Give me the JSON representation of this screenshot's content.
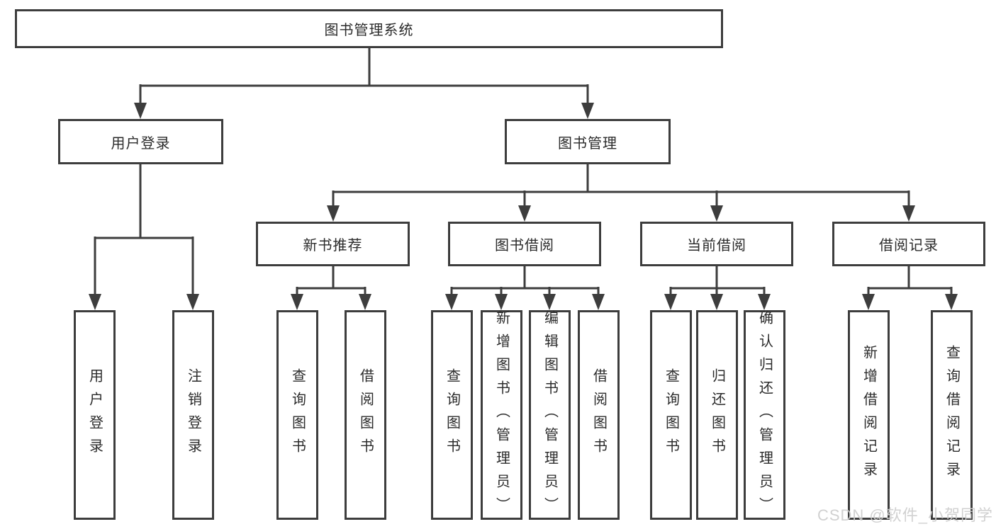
{
  "diagram_type": "hierarchy-tree",
  "colors": {
    "background": "#ffffff",
    "line": "#3d3d3d",
    "box_border": "#3d3d3d",
    "text": "#2b2b2b",
    "watermark": "#cdcdcd"
  },
  "tree": {
    "label": "图书管理系统",
    "children": [
      {
        "label": "用户登录",
        "children": [
          {
            "label": "用户登录"
          },
          {
            "label": "注销登录"
          }
        ]
      },
      {
        "label": "图书管理",
        "children": [
          {
            "label": "新书推荐",
            "children": [
              {
                "label": "查询图书"
              },
              {
                "label": "借阅图书"
              }
            ]
          },
          {
            "label": "图书借阅",
            "children": [
              {
                "label": "查询图书"
              },
              {
                "label": "新增图书（管理员）"
              },
              {
                "label": "编辑图书（管理员）"
              },
              {
                "label": "借阅图书"
              }
            ]
          },
          {
            "label": "当前借阅",
            "children": [
              {
                "label": "查询图书"
              },
              {
                "label": "归还图书"
              },
              {
                "label": "确认归还（管理员）"
              }
            ]
          },
          {
            "label": "借阅记录",
            "children": [
              {
                "label": "新增借阅记录"
              },
              {
                "label": "查询借阅记录"
              }
            ]
          }
        ]
      }
    ]
  },
  "watermark": {
    "text": "CSDN @软件_小贺同学"
  }
}
